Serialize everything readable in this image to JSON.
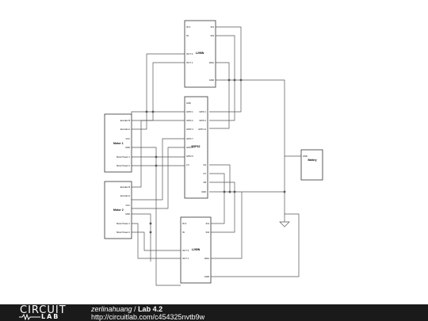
{
  "schematic": {
    "l298n_top": {
      "name": "L298N",
      "pins_left": [
        "IN 4",
        "IN",
        "OUT 2",
        "OUT 1"
      ],
      "pins_right": [
        "IN1",
        "IN2",
        "ENA",
        "GND"
      ]
    },
    "esp32": {
      "name": "ESP32",
      "pins_left": [
        "GND",
        "GPIO 1",
        "GPIO 2",
        "GPIO 3",
        "GPIO 7",
        "GPIO 8",
        "GPIO 9",
        "3.3"
      ],
      "pins_right": [
        "GPIO 1",
        "GPIO 2",
        "GPIO 11",
        "D4",
        "D7",
        "D8",
        "GND"
      ]
    },
    "motor1": {
      "name": "Motor 1",
      "pins": [
        "Encoder B",
        "Encoder A",
        "VCC",
        "GND",
        "Motor Power 1",
        "Motor Power 2"
      ]
    },
    "motor2": {
      "name": "Motor 2",
      "pins": [
        "Encoder B",
        "Encoder A",
        "VCC",
        "GND",
        "Motor Power 1",
        "Motor Power 2"
      ]
    },
    "battery": {
      "name": "Battery",
      "pin": "GND"
    },
    "l298n_bottom": {
      "name": "L298N",
      "pins_left": [
        "IN 3",
        "IN",
        "OUT 2",
        "OUT 1"
      ],
      "pins_right": [
        "IN1",
        "IN2",
        "ENA",
        "GND"
      ]
    }
  },
  "footer": {
    "brand_top": "CIRCUIT",
    "brand_bottom": "LAB",
    "author": "zerlinahuang",
    "separator": " / ",
    "project": "Lab 4.2",
    "url": "http://circuitlab.com/c454325nvtb9w"
  }
}
